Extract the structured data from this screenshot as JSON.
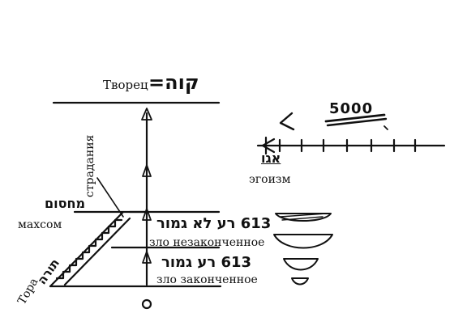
{
  "labels": {
    "creator": "Творец",
    "creator_hebrew": "קוה=",
    "suffering": "страдания",
    "machsom": "махсом",
    "machsom_hebrew": "מחסום",
    "torah": "Тора",
    "torah_hebrew": "תורה",
    "evil_incomplete": "зло незаконченное",
    "evil_complete": "зло законченное",
    "evil_hebrew_upper": "613 רע לא גמור",
    "evil_hebrew_lower": "613 רע גמור",
    "point": "(•)",
    "egoism": "эгоизм",
    "egoism_hebrew": "אגו",
    "scale_hebrew": "5000"
  },
  "colors": {
    "ink": "#111111",
    "paper": "#ffffff"
  }
}
